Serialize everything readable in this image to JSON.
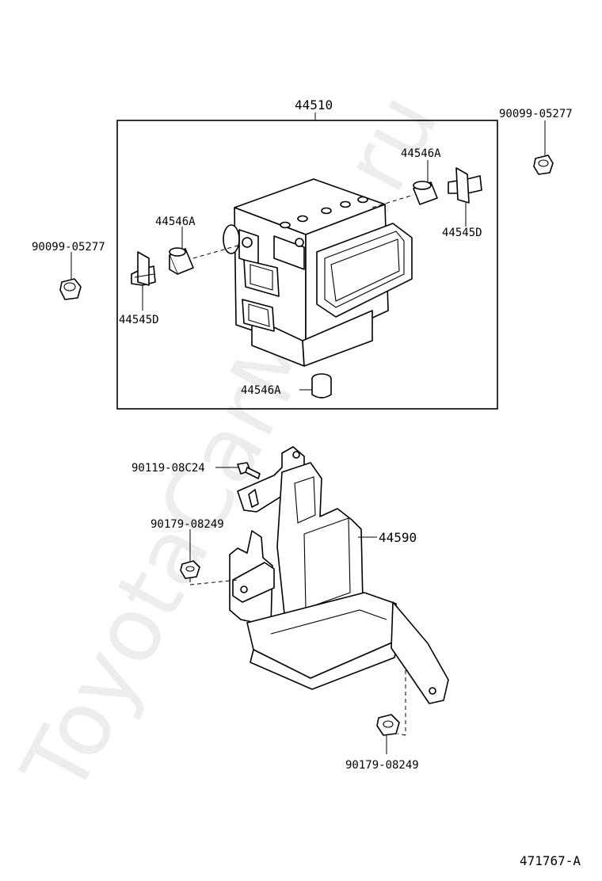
{
  "watermark": "ToyotaCarMine.ru",
  "callouts": {
    "actuator_assembly": "44510",
    "bolt_upper_right": "90099-05277",
    "cushion_upper_right": "44546A",
    "stud_upper_right": "44545D",
    "cushion_left": "44546A",
    "bolt_left": "90099-05277",
    "stud_left": "44545D",
    "cushion_bottom": "44546A",
    "bolt_bracket": "90119-08C24",
    "nut_bracket_left": "90179-08249",
    "bracket": "44590",
    "nut_bracket_bottom": "90179-08249"
  },
  "illustration_id": "471767-A"
}
